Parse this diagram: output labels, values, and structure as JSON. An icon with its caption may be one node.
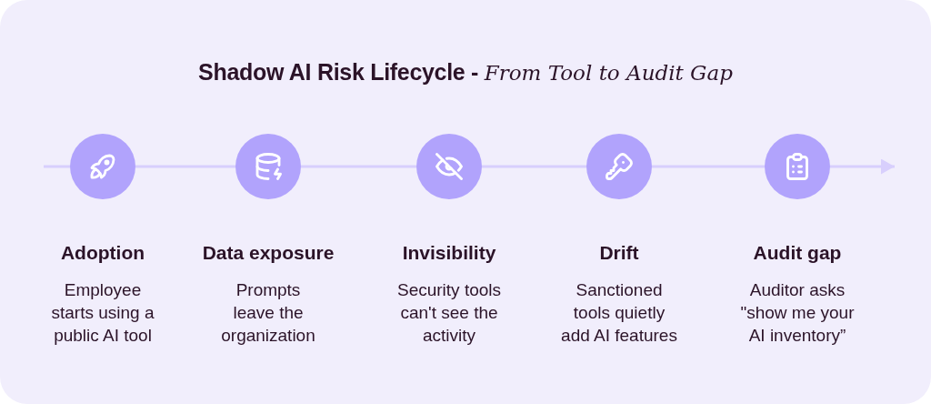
{
  "diagram": {
    "title": "Shadow AI Risk Lifecycle - *From Tool to Audit Gap*",
    "nodes": [
      {
        "text": [
          "Adoption",
          "Employee starts using a public AI tool"
        ]
      },
      {
        "text": [
          "Data exposure",
          "Prompts leave the organization"
        ]
      },
      {
        "text": [
          "Invisibility",
          "Security tools can't see the activity"
        ]
      },
      {
        "text": [
          "Drift",
          "Sanctioned tools quietly add AI features"
        ]
      },
      {
        "text": [
          "Audit gap",
          "Auditor asks \"show me your AI inventory”"
        ]
      }
    ],
    "edges": [
      {
        "from": null,
        "to": 0,
        "arrow": "none"
      },
      {
        "from": 0,
        "to": 1,
        "arrow": "none"
      },
      {
        "from": 1,
        "to": 2,
        "arrow": "none"
      },
      {
        "from": 2,
        "to": 3,
        "arrow": "none"
      },
      {
        "from": 3,
        "to": 4,
        "arrow": "none"
      },
      {
        "from": 4,
        "to": null,
        "arrow": "to"
      }
    ]
  }
}
